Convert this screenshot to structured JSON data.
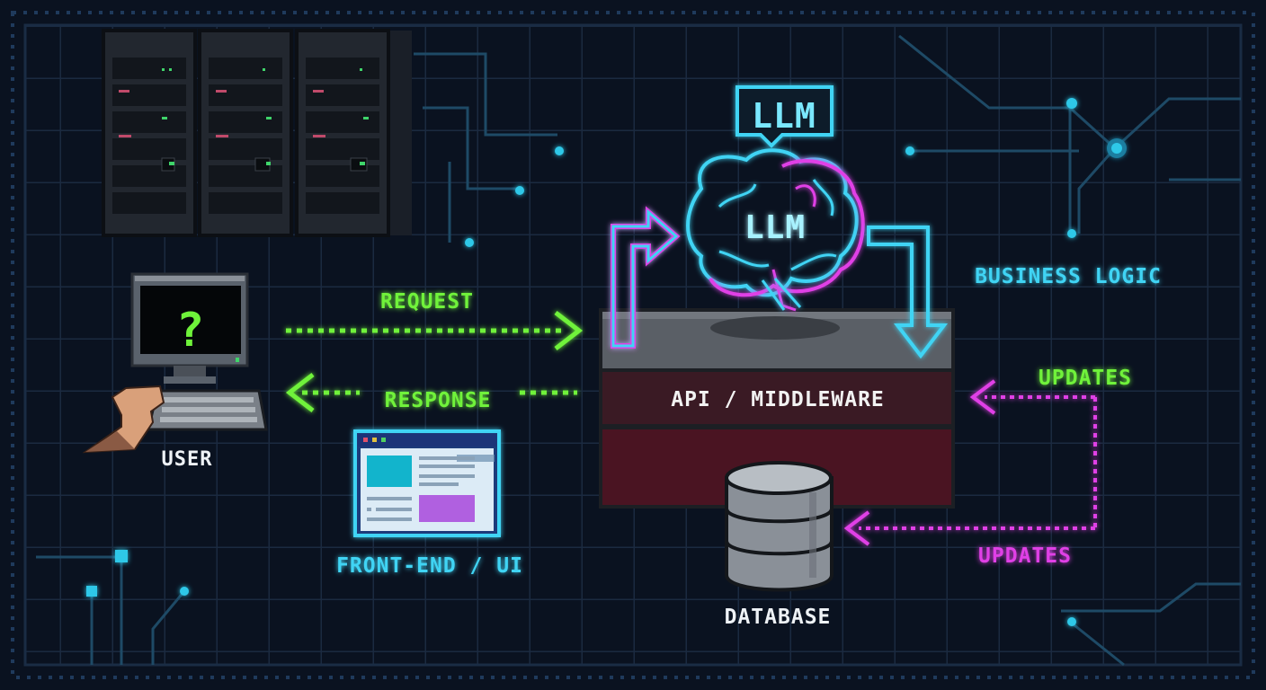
{
  "diagram": {
    "user_label": "USER",
    "monitor_symbol": "?",
    "request_label": "REQUEST",
    "response_label": "RESPONSE",
    "frontend_label": "FRONT-END / UI",
    "llm_bubble_label": "LLM",
    "llm_brain_label": "LLM",
    "business_logic_label": "BUSINESS LOGIC",
    "api_label": "API / MIDDLEWARE",
    "updates_top_label": "UPDATES",
    "updates_bottom_label": "UPDATES",
    "database_label": "DATABASE"
  },
  "colors": {
    "background": "#0a1220",
    "grid": "#1b2a40",
    "green": "#6ff23a",
    "cyan": "#3fd4f4",
    "magenta": "#e03fe6",
    "api_band": "#3a1a24",
    "db_band": "#4a1422"
  }
}
